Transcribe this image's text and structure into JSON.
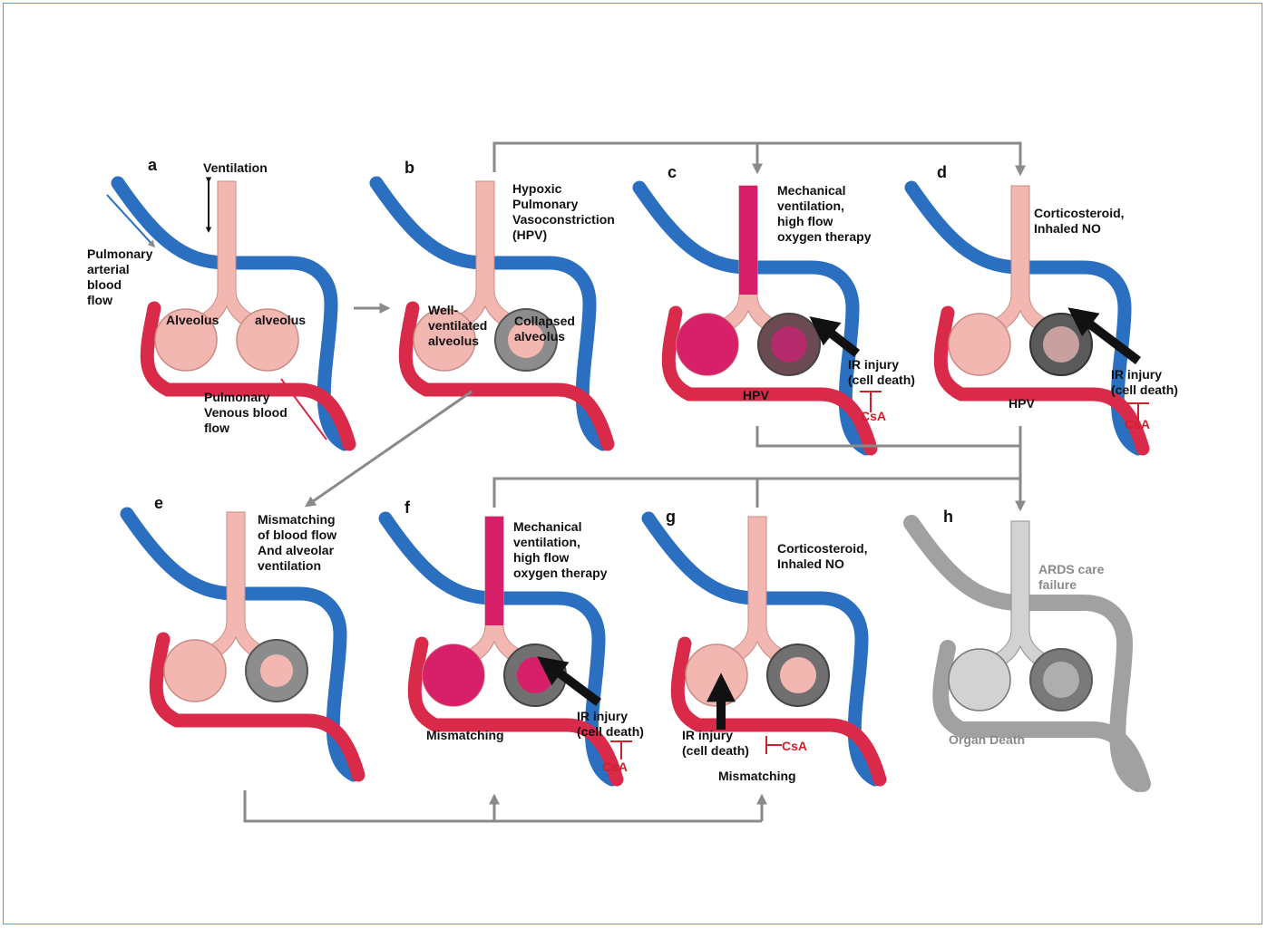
{
  "panels": [
    {
      "letter": "a",
      "labels": {
        "top": "Ventilation",
        "left": "Pulmonary\narterial\nblood\nflow",
        "alv_left": "Alveolus",
        "alv_right": "alveolus",
        "bottom": "Pulmonary\nVenous blood\nflow"
      }
    },
    {
      "letter": "b",
      "labels": {
        "top": "Hypoxic\nPulmonary\nVasoconstriction\n(HPV)",
        "alv_left": "Well-\nventilated\nalveolus",
        "alv_right": "Collapsed\nalveolus"
      }
    },
    {
      "letter": "c",
      "labels": {
        "top": "Mechanical\nventilation,\nhigh flow\noxygen therapy",
        "injury": "IR injury\n(cell death)",
        "hpv": "HPV",
        "csa": "CsA"
      }
    },
    {
      "letter": "d",
      "labels": {
        "top": "Corticosteroid,\nInhaled NO",
        "injury": "IR injury\n(cell death)",
        "hpv": "HPV",
        "csa": "CsA"
      }
    },
    {
      "letter": "e",
      "labels": {
        "top": "Mismatching\nof blood flow\nAnd alveolar\nventilation"
      }
    },
    {
      "letter": "f",
      "labels": {
        "top": "Mechanical\nventilation,\nhigh flow\noxygen therapy",
        "injury": "IR injury\n(cell death)",
        "mismatch": "Mismatching",
        "csa": "CsA"
      }
    },
    {
      "letter": "g",
      "labels": {
        "top": "Corticosteroid,\nInhaled NO",
        "injury": "IR injury\n(cell death)",
        "mismatch": "Mismatching",
        "csa": "CsA"
      }
    },
    {
      "letter": "h",
      "labels": {
        "top": "ARDS care\nfailure",
        "bottom": "Organ Death"
      }
    }
  ],
  "colors": {
    "artery": "#2a6fc0",
    "vein": "#d92a4a",
    "airway": "#f3b7b2",
    "collapsed": "#707070",
    "injured": "#d81f6a",
    "arrow": "#8a8a8a",
    "csa": "#d0202a",
    "failure": "#9a9a9a"
  }
}
